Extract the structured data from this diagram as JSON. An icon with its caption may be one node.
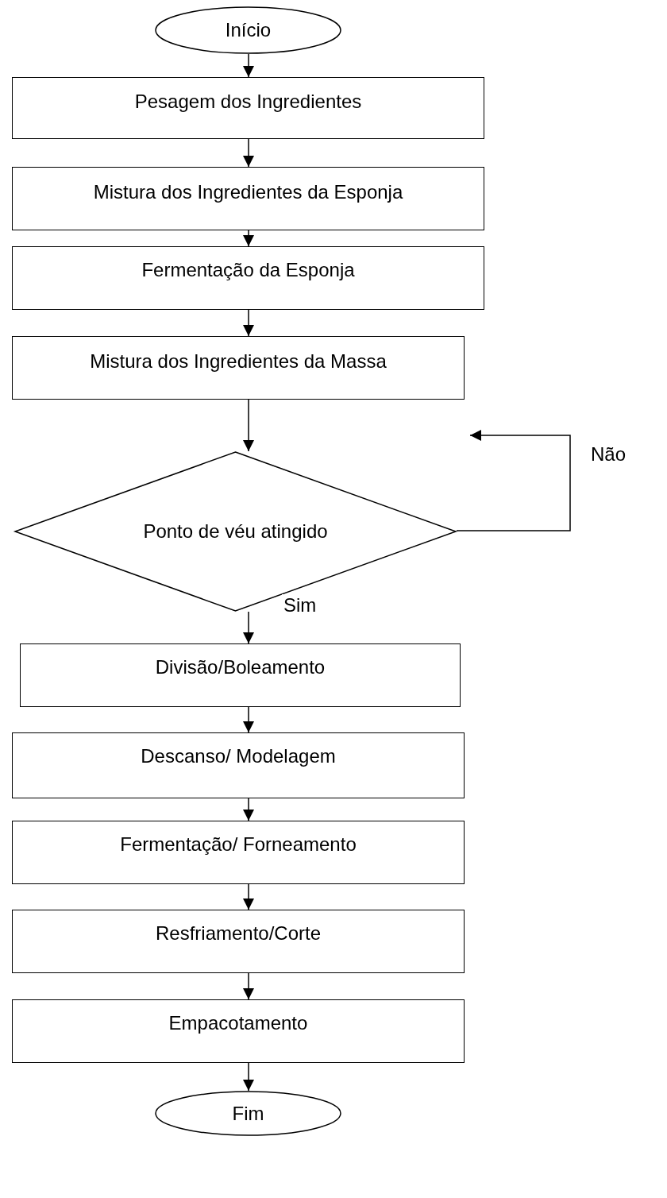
{
  "diagram": {
    "nodes": [
      {
        "text": [
          "Início"
        ]
      },
      {
        "text": [
          "Pesagem dos Ingredientes"
        ]
      },
      {
        "text": [
          "Mistura dos Ingredientes da Esponja"
        ]
      },
      {
        "text": [
          "Fermentação da Esponja"
        ]
      },
      {
        "text": [
          "Mistura dos Ingredientes da Massa"
        ]
      },
      {
        "text": [
          "Ponto de véu atingido"
        ]
      },
      {
        "text": [
          "Divisão/Boleamento"
        ]
      },
      {
        "text": [
          "Descanso/ Modelagem"
        ]
      },
      {
        "text": [
          "Fermentação/ Forneamento"
        ]
      },
      {
        "text": [
          "Resfriamento/Corte"
        ]
      },
      {
        "text": [
          "Empacotamento"
        ]
      },
      {
        "text": [
          "Fim"
        ]
      }
    ],
    "edges": [
      {
        "from": 0,
        "to": 1,
        "arrow": "to"
      },
      {
        "from": 1,
        "to": 2,
        "arrow": "to"
      },
      {
        "from": 2,
        "to": 3,
        "arrow": "to"
      },
      {
        "from": 3,
        "to": 4,
        "arrow": "to"
      },
      {
        "from": 4,
        "to": 5,
        "arrow": "to"
      },
      {
        "from": 5,
        "to": 6,
        "arrow": "to",
        "label": "Sim"
      },
      {
        "from": 5,
        "to": 4,
        "arrow": "to",
        "label": "Não"
      },
      {
        "from": 6,
        "to": 7,
        "arrow": "to"
      },
      {
        "from": 7,
        "to": 8,
        "arrow": "to"
      },
      {
        "from": 8,
        "to": 9,
        "arrow": "to"
      },
      {
        "from": 9,
        "to": 10,
        "arrow": "to"
      },
      {
        "from": 10,
        "to": 11,
        "arrow": "to"
      }
    ]
  }
}
